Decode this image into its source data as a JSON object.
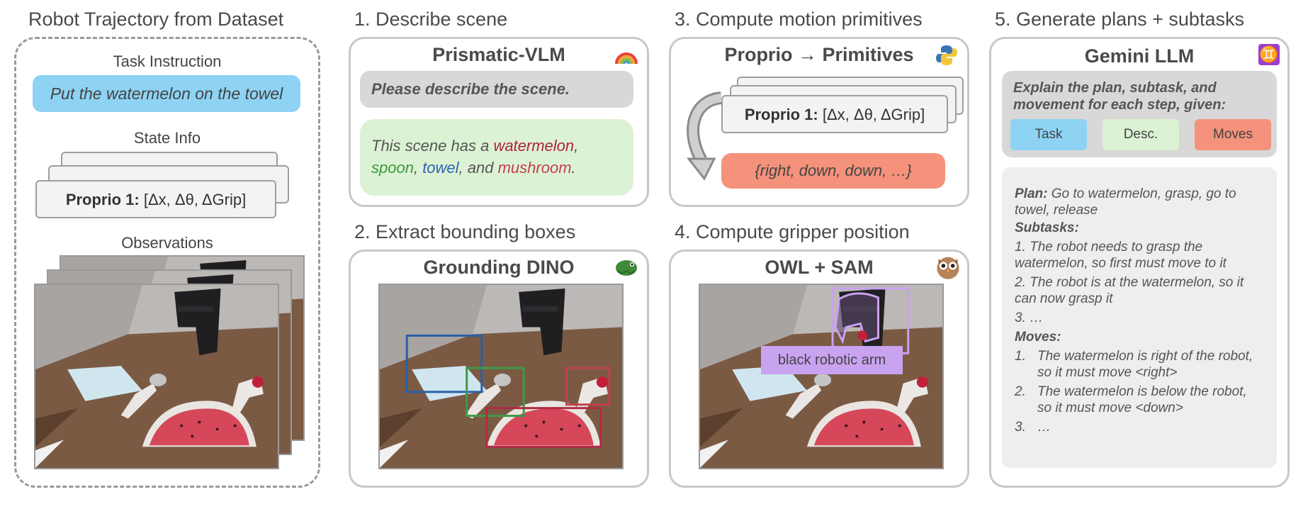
{
  "left": {
    "title": "Robot Trajectory from Dataset",
    "task_label": "Task Instruction",
    "task_text": "Put the watermelon on the towel",
    "state_label": "State Info",
    "proprio_bold": "Proprio 1:",
    "proprio_rest": "[Δx, Δθ, ΔGrip]",
    "obs_label": "Observations"
  },
  "step1": {
    "title": "1. Describe scene",
    "model": "Prismatic-VLM",
    "prompt": "Please describe the scene.",
    "resp": {
      "p1": "This scene has a ",
      "w_watermelon": "watermelon",
      "p2": ",",
      "w_spoon": "spoon",
      "p3": ", ",
      "w_towel": "towel",
      "p4": ", and ",
      "w_mushroom": "mushroom",
      "p5": "."
    }
  },
  "step2": {
    "title": "2. Extract bounding boxes",
    "model": "Grounding DINO"
  },
  "step3": {
    "title": "3. Compute motion primitives",
    "model": "Proprio → Primitives",
    "proprio_bold": "Proprio 1:",
    "proprio_rest": "[Δx, Δθ, ΔGrip]",
    "output": "{right, down, down, …}"
  },
  "step4": {
    "title": "4. Compute gripper position",
    "model": "OWL + SAM",
    "detect_label": "black robotic arm"
  },
  "step5": {
    "title": "5. Generate plans + subtasks",
    "model": "Gemini LLM",
    "prompt": "Explain the plan, subtask, and movement for each step, given:",
    "chips": [
      "Task",
      "Desc.",
      "Moves"
    ],
    "plan_label": "Plan:",
    "plan_text": "Go to watermelon, grasp, go to towel, release",
    "subtasks_label": "Subtasks:",
    "subtasks": [
      "1. The robot needs to grasp the watermelon, so first must move to it",
      "2. The robot is at the watermelon, so it can now grasp it",
      "3. …"
    ],
    "moves_label": "Moves:",
    "moves": [
      {
        "num": "1.",
        "text": "The watermelon is right of the robot, so it must move <right>"
      },
      {
        "num": "2.",
        "text": "The watermelon is below the robot, so it must move <down>"
      },
      {
        "num": "3.",
        "text": "…"
      }
    ]
  },
  "colors": {
    "task_blue": "#8ed3f4",
    "desc_green": "#dcf2d4",
    "moves_salmon": "#f4927c",
    "prompt_gray": "#d8d8d8",
    "watermelon_red": "#b0233a",
    "spoon_green": "#3a9a3a",
    "towel_blue": "#2e63b0",
    "mushroom_red": "#c2404a",
    "box_blue": "#2a5fa8",
    "box_green": "#3f9a45",
    "box_pink": "#c0404f",
    "box_red": "#b02b42",
    "owl_purple": "#c9a2f0"
  },
  "icons": [
    "rainbow-icon",
    "python-icon",
    "dino-icon",
    "owl-icon",
    "gemini-icon"
  ]
}
